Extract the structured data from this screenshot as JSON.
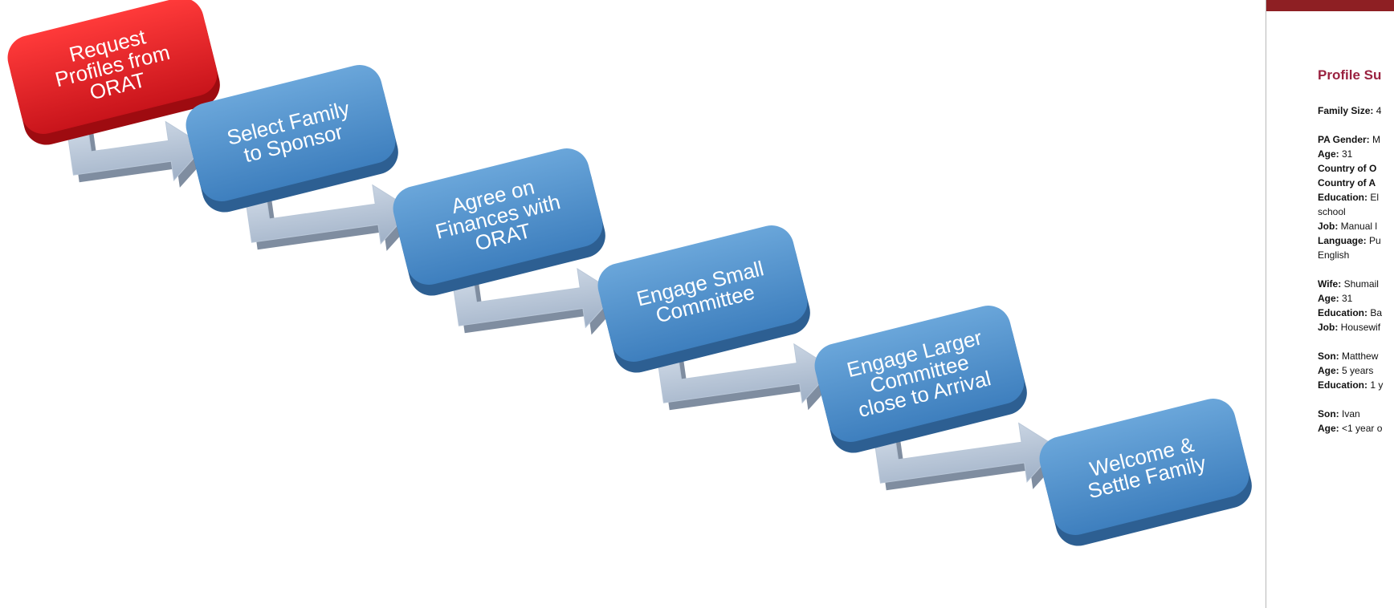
{
  "colors": {
    "start_step": "#e21f26",
    "step": "#4f8fcb",
    "arrow": "#b9c7d8",
    "panel_band": "#8e1f23",
    "panel_title": "#9a2240"
  },
  "diagram": {
    "steps": [
      {
        "lines": [
          "Request",
          "Profiles from",
          "ORAT"
        ]
      },
      {
        "lines": [
          "Select Family",
          "to Sponsor"
        ]
      },
      {
        "lines": [
          "Agree on",
          "Finances with",
          "ORAT"
        ]
      },
      {
        "lines": [
          "Engage Small",
          "Committee"
        ]
      },
      {
        "lines": [
          "Engage Larger",
          "Committee",
          "close to Arrival"
        ]
      },
      {
        "lines": [
          "Welcome &",
          "Settle Family"
        ]
      }
    ]
  },
  "profile": {
    "title": "Profile Su",
    "lines": [
      {
        "key": "Family Size:",
        "value": " 4"
      },
      {
        "gap": true
      },
      {
        "key": "PA Gender:",
        "value": " M"
      },
      {
        "key": "Age:",
        "value": " 31"
      },
      {
        "key": "Country of O",
        "value": ""
      },
      {
        "key": "Country of A",
        "value": ""
      },
      {
        "key": "Education:",
        "value": " El"
      },
      {
        "key": "",
        "value": "school"
      },
      {
        "key": "Job:",
        "value": " Manual l"
      },
      {
        "key": "Language:",
        "value": " Pu"
      },
      {
        "key": "",
        "value": "English"
      },
      {
        "gap": true
      },
      {
        "key": "Wife:",
        "value": " Shumail"
      },
      {
        "key": "Age:",
        "value": " 31"
      },
      {
        "key": "Education:",
        "value": " Ba"
      },
      {
        "key": "Job:",
        "value": " Housewif"
      },
      {
        "gap": true
      },
      {
        "key": "Son:",
        "value": " Matthew"
      },
      {
        "key": "Age:",
        "value": " 5 years"
      },
      {
        "key": "Education:",
        "value": " 1 y"
      },
      {
        "gap": true
      },
      {
        "key": "Son:",
        "value": " Ivan"
      },
      {
        "key": "Age:",
        "value": " <1 year o"
      }
    ]
  }
}
